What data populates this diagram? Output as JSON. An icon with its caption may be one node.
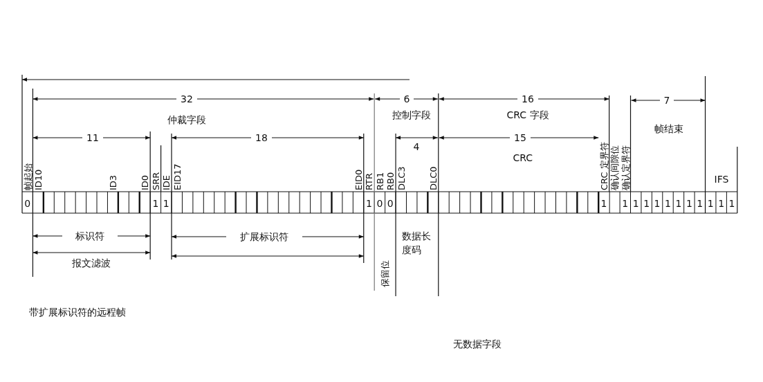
{
  "diagram": {
    "caption": "带扩展标识符的远程帧",
    "labels": [
      "32",
      "6",
      "16",
      "7",
      "仲裁字段",
      "控制字段",
      "CRC 字段",
      "帧结束",
      "11",
      "18",
      "4",
      "15",
      "CRC",
      "帧起始",
      "ID10",
      "ID3",
      "ID0",
      "SRR",
      "IDE",
      "EID17",
      "EID0",
      "RTR",
      "RB1",
      "RB0",
      "DLC3",
      "DLC0",
      "CRC 定界符",
      "确认间隙位",
      "确认定界符",
      "IFS",
      "0",
      "1",
      "1",
      "1",
      "0",
      "0",
      "1",
      "1",
      "1",
      "1",
      "1",
      "1",
      "1",
      "1",
      "1",
      "1",
      "1",
      "1",
      "标识符",
      "扩展标识符",
      "数据长度码",
      "报文滤波",
      "保留位",
      "无数据字段"
    ]
  }
}
